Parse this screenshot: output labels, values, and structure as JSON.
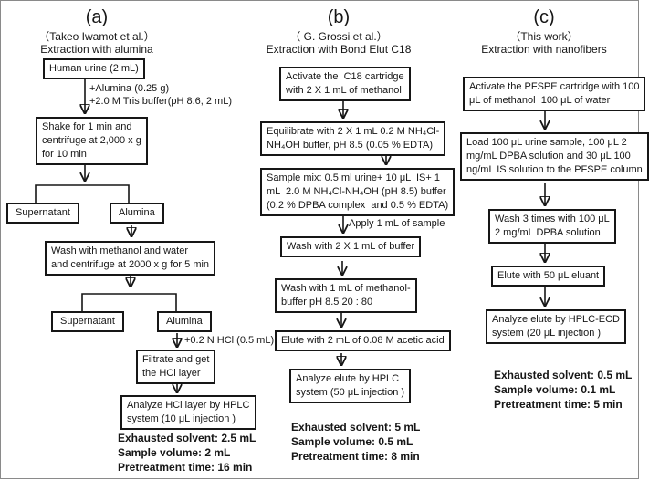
{
  "colors": {
    "ink": "#161616",
    "background": "#ffffff"
  },
  "col_a": {
    "title": "(a)",
    "authors": "（Takeo Iwamot et al.）",
    "method": "Extraction with alumina",
    "box_urine": "Human urine (2 mL)",
    "label_alumina": "+Alumina (0.25 g)",
    "label_tris": "+2.0 M Tris buffer(pH 8.6, 2 mL)",
    "box_shake": "Shake for 1 min and\ncentrifuge at 2,000 x g\nfor 10 min",
    "box_supernatant1": "Supernatant",
    "box_alumina1": "Alumina",
    "box_wash": "Wash with methanol and water\nand centrifuge at 2000 x g for 5 min",
    "box_supernatant2": "Supernatant",
    "box_alumina2": "Alumina",
    "label_hcl": "+0.2 N HCl (0.5 mL)",
    "box_filtrate": "Filtrate and get\nthe HCl layer",
    "box_analyze": "Analyze HCl layer by HPLC\nsystem (10 μL injection )",
    "summary": [
      "Exhausted solvent: 2.5 mL",
      "Sample volume: 2 mL",
      "Pretreatment time: 16 min"
    ]
  },
  "col_b": {
    "title": "(b)",
    "authors": "（ G. Grossi et al.）",
    "method": "Extraction with Bond Elut C18",
    "box_activate": "Activate the  C18 cartridge\nwith 2 X 1 mL of methanol",
    "box_equilibrate": "Equilibrate with 2 X 1 mL 0.2 M NH₄Cl-\nNH₄OH buffer, pH 8.5 (0.05 % EDTA)",
    "box_sample_mix": "Sample mix: 0.5 ml urine+ 10 μL  IS+ 1\nmL  2.0 M NH₄Cl-NH₄OH (pH 8.5) buffer\n(0.2 % DPBA complex  and 0.5 % EDTA)",
    "label_apply": "Apply 1 mL of sample",
    "box_wash_buffer": "Wash with 2 X 1 mL of buffer",
    "box_wash_methanol": "Wash with 1 mL of methanol-\nbuffer pH 8.5 20 : 80",
    "box_elute": "Elute with 2 mL of 0.08 M acetic acid",
    "box_analyze": "Analyze elute by HPLC\nsystem (50 μL injection )",
    "summary": [
      "Exhausted solvent: 5 mL",
      "Sample volume: 0.5 mL",
      "Pretreatment time: 8 min"
    ]
  },
  "col_c": {
    "title": "(c)",
    "authors": "（This work）",
    "method": "Extraction with nanofibers",
    "box_activate": "Activate the PFSPE cartridge with 100\nμL of methanol  100 μL of water",
    "box_load": "Load 100 μL urine sample, 100 μL 2\nmg/mL DPBA solution and 30 μL 100\nng/mL IS solution to the PFSPE column",
    "box_wash": "Wash 3 times with 100 μL\n2 mg/mL DPBA solution",
    "box_elute": "Elute with 50 μL eluant",
    "box_analyze": "Analyze elute by HPLC-ECD\nsystem (20 μL injection )",
    "summary": [
      "Exhausted solvent: 0.5 mL",
      "Sample volume: 0.1 mL",
      "Pretreatment time: 5 min"
    ]
  }
}
